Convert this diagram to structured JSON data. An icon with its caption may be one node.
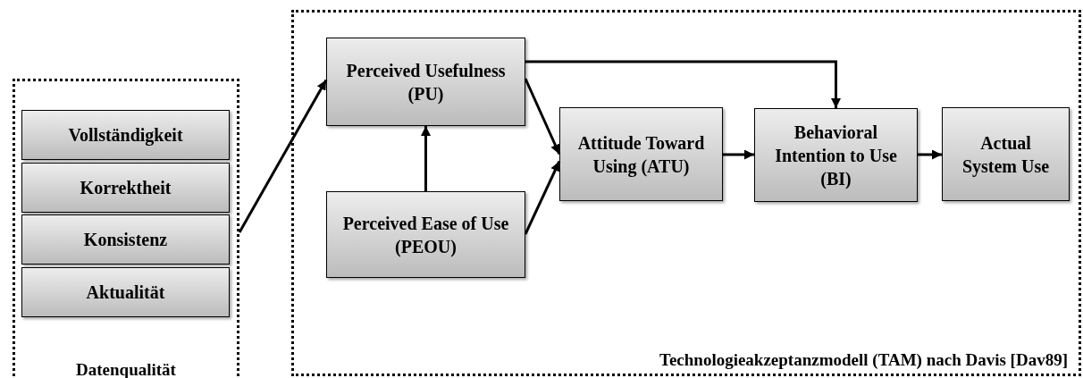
{
  "diagram": {
    "nodes": [
      {
        "text": [
          "Datenqualität"
        ]
      },
      {
        "text": [
          "Vollständigkeit"
        ],
        "in": 0
      },
      {
        "text": [
          "Korrektheit"
        ],
        "in": 0
      },
      {
        "text": [
          "Konsistenz"
        ],
        "in": 0
      },
      {
        "text": [
          "Aktualität"
        ],
        "in": 0
      },
      {
        "text": [
          "Technologieakzeptanzmodell (TAM) nach Davis [Dav89]"
        ]
      },
      {
        "text": [
          "Perceived Usefulness (PU)"
        ],
        "in": 5
      },
      {
        "text": [
          "Perceived Ease of Use (PEOU)"
        ],
        "in": 5
      },
      {
        "text": [
          "Attitude Toward Using (ATU)"
        ],
        "in": 5
      },
      {
        "text": [
          "Behavioral Intention to Use (BI)"
        ],
        "in": 5
      },
      {
        "text": [
          "Actual System Use"
        ],
        "in": 5
      }
    ],
    "edges": [
      {
        "from": 0,
        "to": 6,
        "arrow": "to"
      },
      {
        "from": 7,
        "to": 6,
        "arrow": "to"
      },
      {
        "from": 6,
        "to": 8,
        "arrow": "to"
      },
      {
        "from": 7,
        "to": 8,
        "arrow": "to"
      },
      {
        "from": 6,
        "to": 9,
        "arrow": "to"
      },
      {
        "from": 8,
        "to": 9,
        "arrow": "to"
      },
      {
        "from": 9,
        "to": 10,
        "arrow": "to"
      }
    ]
  }
}
